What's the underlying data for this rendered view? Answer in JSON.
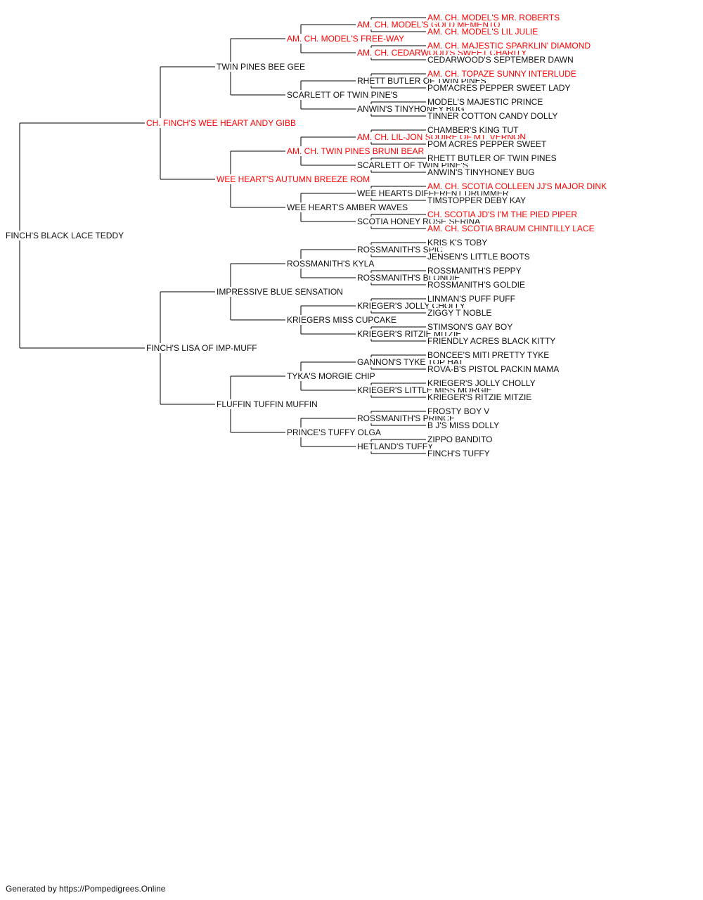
{
  "colors": {
    "champion": "#ff0000",
    "normal": "#111111",
    "line": "#000000"
  },
  "subject": {
    "name": "FINCH'S BLACK LACE TEDDY",
    "champion": false
  },
  "sire": {
    "name": "CH. FINCH'S WEE HEART ANDY GIBB",
    "champion": true
  },
  "dam": {
    "name": "FINCH'S LISA OF IMP-MUFF",
    "champion": false
  },
  "grandparents": [
    {
      "name": "TWIN PINES BEE GEE",
      "champion": false
    },
    {
      "name": "WEE HEART'S AUTUMN BREEZE ROM",
      "champion": true
    },
    {
      "name": "IMPRESSIVE BLUE SENSATION",
      "champion": false
    },
    {
      "name": "FLUFFIN TUFFIN MUFFIN",
      "champion": false
    }
  ],
  "great_grandparents": [
    {
      "name": "AM. CH. MODEL'S FREE-WAY",
      "champion": true
    },
    {
      "name": "SCARLETT OF TWIN PINE'S",
      "champion": false
    },
    {
      "name": "AM. CH. TWIN PINES BRUNI BEAR",
      "champion": true
    },
    {
      "name": "WEE HEART'S AMBER WAVES",
      "champion": false
    },
    {
      "name": "ROSSMANITH'S KYLA",
      "champion": false
    },
    {
      "name": "KRIEGERS MISS CUPCAKE",
      "champion": false
    },
    {
      "name": "TYKA'S MORGIE CHIP",
      "champion": false
    },
    {
      "name": "PRINCE'S TUFFY OLGA",
      "champion": false
    }
  ],
  "gen4": [
    {
      "name": "AM. CH. MODEL'S GOLD MEMENTO",
      "champion": true
    },
    {
      "name": "AM. CH. CEDARWOOD'S SWEET CHARITY",
      "champion": true
    },
    {
      "name": "RHETT BUTLER OF TWIN PINES",
      "champion": false
    },
    {
      "name": "ANWIN'S TINYHONEY BUG",
      "champion": false
    },
    {
      "name": "AM. CH. LIL-JON SQUIRE OF MT. VERNON",
      "champion": true
    },
    {
      "name": "SCARLETT OF TWIN PINE'S",
      "champion": false
    },
    {
      "name": "WEE HEARTS DIFFERENT DRUMMER",
      "champion": false
    },
    {
      "name": "SCOTIA HONEY ROSE SERINA",
      "champion": false
    },
    {
      "name": "ROSSMANITH'S SPIC",
      "champion": false
    },
    {
      "name": "ROSSMANITH'S BLONDIE",
      "champion": false
    },
    {
      "name": "KRIEGER'S JOLLY CHOLLY",
      "champion": false
    },
    {
      "name": "KRIEGER'S RITZIE MITZIE",
      "champion": false
    },
    {
      "name": "GANNON'S TYKE TOP HAT",
      "champion": false
    },
    {
      "name": "KRIEGER'S LITTLE MISS MORGIE",
      "champion": false
    },
    {
      "name": "ROSSMANITH'S PRINCE",
      "champion": false
    },
    {
      "name": "HETLAND'S TUFFY",
      "champion": false
    }
  ],
  "gen5": [
    {
      "name": "AM. CH. MODEL'S MR. ROBERTS",
      "champion": true
    },
    {
      "name": "AM. CH. MODEL'S LIL JULIE",
      "champion": true
    },
    {
      "name": "AM. CH. MAJESTIC SPARKLIN' DIAMOND",
      "champion": true
    },
    {
      "name": "CEDARWOOD'S SEPTEMBER DAWN",
      "champion": false
    },
    {
      "name": "AM. CH. TOPAZE SUNNY INTERLUDE",
      "champion": true
    },
    {
      "name": "POM'ACRES PEPPER SWEET LADY",
      "champion": false
    },
    {
      "name": "MODEL'S MAJESTIC PRINCE",
      "champion": false
    },
    {
      "name": "TINNER COTTON CANDY DOLLY",
      "champion": false
    },
    {
      "name": "CHAMBER'S KING TUT",
      "champion": false
    },
    {
      "name": "POM ACRES PEPPER SWEET",
      "champion": false
    },
    {
      "name": "RHETT BUTLER OF TWIN PINES",
      "champion": false
    },
    {
      "name": "ANWIN'S TINYHONEY BUG",
      "champion": false
    },
    {
      "name": "AM. CH. SCOTIA COLLEEN JJ'S MAJOR DINK",
      "champion": true
    },
    {
      "name": "TIMSTOPPER DEBY KAY",
      "champion": false
    },
    {
      "name": "CH. SCOTIA JD'S I'M THE PIED PIPER",
      "champion": true
    },
    {
      "name": "AM. CH. SCOTIA BRAUM CHINTILLY LACE",
      "champion": true
    },
    {
      "name": "KRIS K'S TOBY",
      "champion": false
    },
    {
      "name": "JENSEN'S LITTLE BOOTS",
      "champion": false
    },
    {
      "name": "ROSSMANITH'S PEPPY",
      "champion": false
    },
    {
      "name": "ROSSMANITH'S GOLDIE",
      "champion": false
    },
    {
      "name": "LINMAN'S PUFF PUFF",
      "champion": false
    },
    {
      "name": "ZIGGY T NOBLE",
      "champion": false
    },
    {
      "name": "STIMSON'S GAY BOY",
      "champion": false
    },
    {
      "name": "FRIENDLY ACRES BLACK KITTY",
      "champion": false
    },
    {
      "name": "BONCEE'S MITI PRETTY TYKE",
      "champion": false
    },
    {
      "name": "ROVA-B'S PISTOL PACKIN MAMA",
      "champion": false
    },
    {
      "name": "KRIEGER'S JOLLY CHOLLY",
      "champion": false
    },
    {
      "name": "KRIEGER'S RITZIE MITZIE",
      "champion": false
    },
    {
      "name": "FROSTY BOY V",
      "champion": false
    },
    {
      "name": "B J'S MISS DOLLY",
      "champion": false
    },
    {
      "name": "ZIPPO BANDITO",
      "champion": false
    },
    {
      "name": "FINCH'S TUFFY",
      "champion": false
    }
  ],
  "footer": {
    "text": "Generated by https://Pompedigrees.Online"
  }
}
